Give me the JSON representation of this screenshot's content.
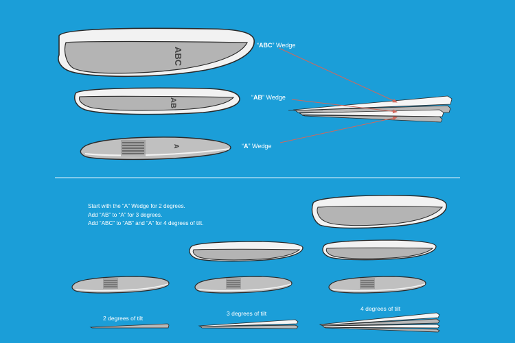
{
  "labels": {
    "abc": {
      "name": "ABC",
      "suffix": " Wedge"
    },
    "ab": {
      "name": "AB",
      "suffix": " Wedge"
    },
    "a": {
      "name": "A",
      "suffix": " Wedge"
    }
  },
  "imprints": {
    "abc": "ABC",
    "ab": "AB",
    "a": "A"
  },
  "instructions": [
    "Start with the “A” Wedge for 2 degrees.",
    "Add “AB” to “A” for 3 degrees.",
    "Add “ABC” to “AB” and “A” for 4 degrees of tilt."
  ],
  "tilt_captions": [
    "2 degrees of tilt",
    "3 degrees of tilt",
    "4 degrees of tilt"
  ],
  "colors": {
    "background": "#1b9ed8",
    "wedge_rim": "#f2f2f2",
    "wedge_face": "#b4b4b4",
    "outline": "#2a2a2a",
    "arrow": "#d0685c",
    "divider": "#e9f6fc"
  }
}
